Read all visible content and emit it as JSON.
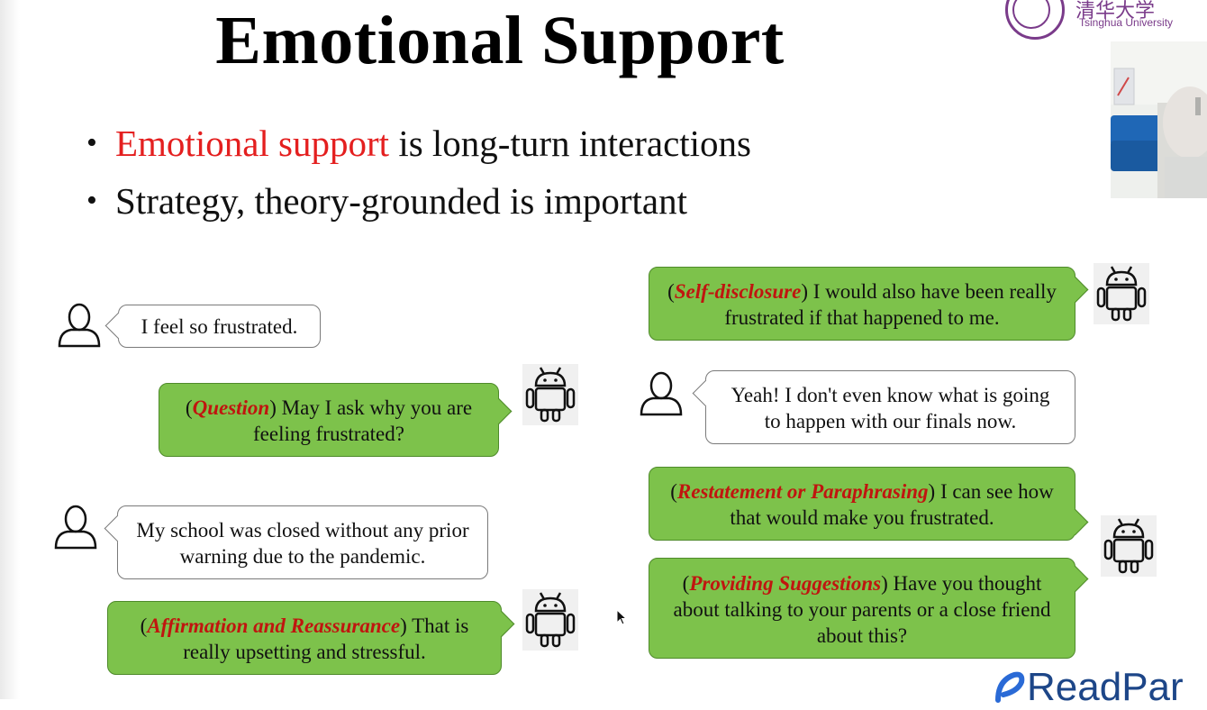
{
  "slide": {
    "title": "Emotional Support",
    "bullets": [
      {
        "highlight": "Emotional support",
        "rest": " is long-turn interactions"
      },
      {
        "highlight": "",
        "rest": "Strategy, theory-grounded is important"
      }
    ]
  },
  "logo": {
    "name_cn": "清华大学",
    "name_en": "Tsinghua University"
  },
  "dialog": {
    "left": [
      {
        "text": "I feel so frustrated."
      },
      {
        "strategy": "Question",
        "text": "May I ask why you are feeling frustrated?"
      },
      {
        "text": "My school was closed without any prior warning due to the pandemic."
      },
      {
        "strategy": "Affirmation and Reassurance",
        "text": "That is really upsetting and stressful."
      }
    ],
    "right": [
      {
        "strategy": "Self-disclosure",
        "text": "I would also have been really frustrated if that happened to me."
      },
      {
        "text": "Yeah! I don't even know what is going to happen with our finals now."
      },
      {
        "strategy": "Restatement or Paraphrasing",
        "text": "I can see how that would make you frustrated."
      },
      {
        "strategy": "Providing Suggestions",
        "text": "Have you thought about talking to your parents or a close friend about this?"
      }
    ]
  },
  "watermark": {
    "text": "ReadPar"
  },
  "colors": {
    "green_bubble": "#7dc24b",
    "strategy_red": "#c0150f",
    "bullet_red": "#e41f1f",
    "logo_purple": "#7a3b8a"
  },
  "icons": {
    "user": "user-outline-icon",
    "robot": "android-robot-icon"
  }
}
